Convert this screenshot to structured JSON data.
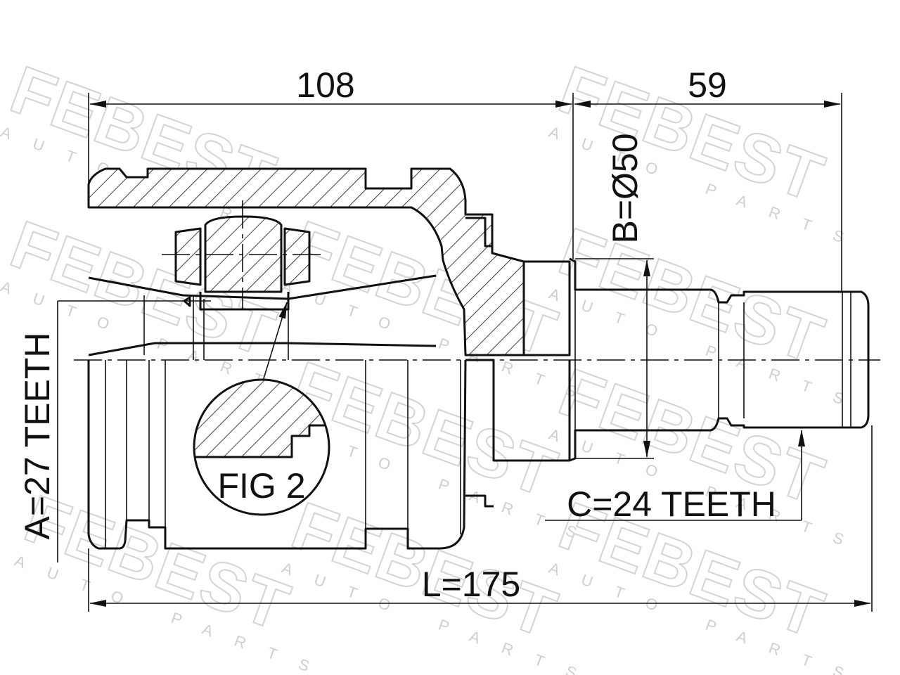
{
  "watermark": {
    "brand": "FEBEST",
    "tagline": "AUTO PARTS"
  },
  "dimensions": {
    "housing_length": "108",
    "shaft_length": "59",
    "total_length": "L=175",
    "shaft_diameter": "B=Ø50",
    "inner_spline": "A=27 TEETH",
    "outer_spline": "C=24 TEETH"
  },
  "figure_label": "FIG 2"
}
